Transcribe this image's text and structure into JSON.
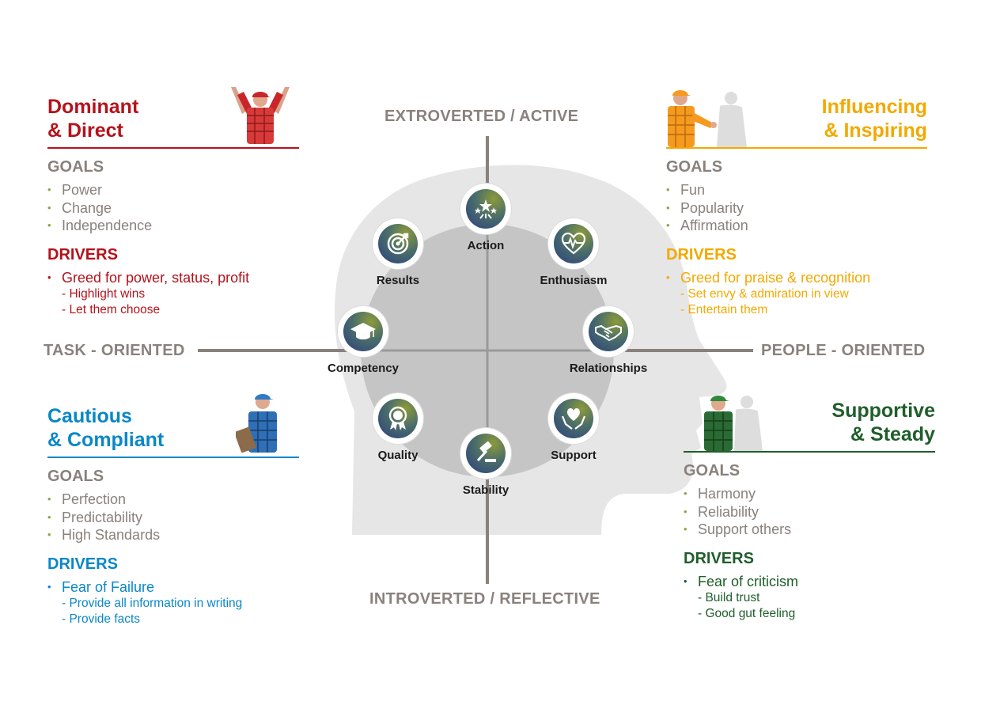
{
  "axes": {
    "top": "EXTROVERTED / ACTIVE",
    "bottom": "INTROVERTED / REFLECTIVE",
    "left": "TASK - ORIENTED",
    "right": "PEOPLE - ORIENTED"
  },
  "colors": {
    "dominant": "#b5121b",
    "influencing": "#f2a900",
    "cautious": "#0a87c8",
    "supportive": "#1f5e2a",
    "gray_text": "#8a817c",
    "bullet": "#8aa84a"
  },
  "quadrants": {
    "dominant": {
      "title_line1": "Dominant",
      "title_line2": "& Direct",
      "goals_heading": "GOALS",
      "goals": [
        "Power",
        "Change",
        "Independence"
      ],
      "drivers_heading": "DRIVERS",
      "driver": "Greed for power, status, profit",
      "driver_subs": [
        "- Highlight wins",
        "- Let them choose"
      ]
    },
    "influencing": {
      "title_line1": "Influencing",
      "title_line2": "& Inspiring",
      "goals_heading": "GOALS",
      "goals": [
        "Fun",
        "Popularity",
        "Affirmation"
      ],
      "drivers_heading": "DRIVERS",
      "driver": "Greed for praise & recognition",
      "driver_subs": [
        "- Set envy & admiration in view",
        "- Entertain them"
      ]
    },
    "cautious": {
      "title_line1": "Cautious",
      "title_line2": "& Compliant",
      "goals_heading": "GOALS",
      "goals": [
        "Perfection",
        "Predictability",
        "High Standards"
      ],
      "drivers_heading": "DRIVERS",
      "driver": "Fear of Failure",
      "driver_subs": [
        "- Provide all information in writing",
        "- Provide facts"
      ]
    },
    "supportive": {
      "title_line1": "Supportive",
      "title_line2": "& Steady",
      "goals_heading": "GOALS",
      "goals": [
        "Harmony",
        "Reliability",
        "Support others"
      ],
      "drivers_heading": "DRIVERS",
      "driver": "Fear of criticism",
      "driver_subs": [
        "- Build trust",
        "- Good gut feeling"
      ]
    }
  },
  "wheel": {
    "action": {
      "label": "Action",
      "icon": "stars-icon"
    },
    "results": {
      "label": "Results",
      "icon": "target-icon"
    },
    "enthusiasm": {
      "label": "Enthusiasm",
      "icon": "heartbeat-icon"
    },
    "competency": {
      "label": "Competency",
      "icon": "graduation-cap-icon"
    },
    "relationships": {
      "label": "Relationships",
      "icon": "handshake-icon"
    },
    "quality": {
      "label": "Quality",
      "icon": "award-ribbon-icon"
    },
    "support": {
      "label": "Support",
      "icon": "heart-hands-icon"
    },
    "stability": {
      "label": "Stability",
      "icon": "gavel-icon"
    }
  }
}
